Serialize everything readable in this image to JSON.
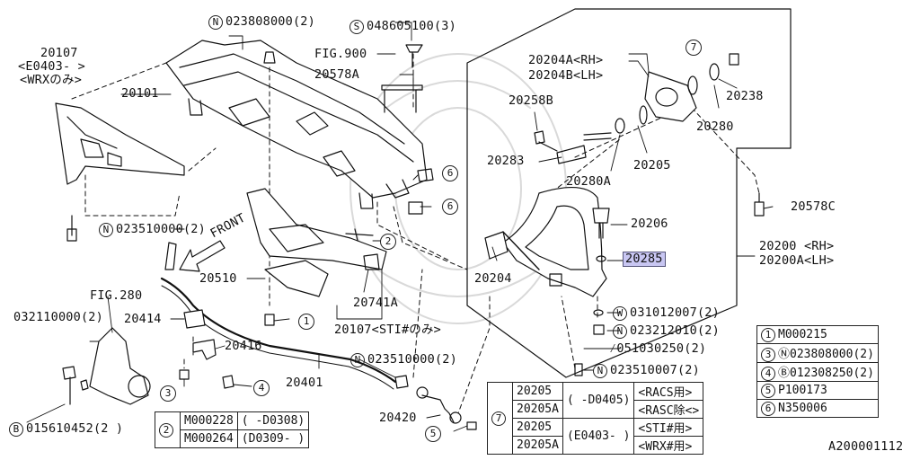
{
  "diagram_id": "A200001112",
  "parts": {
    "p20107_wrx": "20107",
    "p20107_wrx_sub1": "<E0403- >",
    "p20107_wrx_sub2": "<WRXのみ>",
    "p20101": "20101",
    "p023808000": "023808000(2)",
    "p048605100": "048605100(3)",
    "fig900": "FIG.900",
    "p20578A": "20578A",
    "p20204A": "20204A<RH>",
    "p20204B": "20204B<LH>",
    "p20238": "20238",
    "p20258B": "20258B",
    "p20280": "20280",
    "p20205": "20205",
    "p20283": "20283",
    "p20280A": "20280A",
    "p20578C": "20578C",
    "p20206": "20206",
    "p20285": "20285",
    "p20200": "20200 <RH>",
    "p20200A": "20200A<LH>",
    "p20204": "20204",
    "p023510000_l": "023510000(2)",
    "front": "FRONT",
    "p20510": "20510",
    "p20741A": "20741A",
    "p20107_sti": "20107<STI#のみ>",
    "fig280": "FIG.280",
    "p032110000": "032110000(2)",
    "p20414": "20414",
    "p20416": "20416",
    "p20401": "20401",
    "p023510000_r": "023510000(2)",
    "p031012007": "031012007(2)",
    "p023212010": "023212010(2)",
    "p051030250": "051030250(2)",
    "p023510007": "023510007(2)",
    "p20420": "20420",
    "p015610452": "015610452(2 )"
  },
  "legend_right": [
    {
      "num": "1",
      "text": "M000215"
    },
    {
      "num": "3",
      "text": "Ⓝ023808000(2)"
    },
    {
      "num": "4",
      "text": "Ⓑ012308250(2)"
    },
    {
      "num": "5",
      "text": "P100173"
    },
    {
      "num": "6",
      "text": "N350006"
    }
  ],
  "legend_2": {
    "num": "2",
    "rows": [
      {
        "code": "M000228",
        "range": "( -D0308)"
      },
      {
        "code": "M000264",
        "range": "(D0309- )"
      }
    ]
  },
  "legend_7": {
    "num": "7",
    "rows": [
      {
        "part": "20205",
        "range": "( -D0405)",
        "note": "<RACS用>"
      },
      {
        "part": "20205A",
        "range": "",
        "note": "<RASC除<>"
      },
      {
        "part": "20205",
        "range": "(E0403- )",
        "note": "<STI#用>"
      },
      {
        "part": "20205A",
        "range": "",
        "note": "<WRX#用>"
      }
    ]
  }
}
